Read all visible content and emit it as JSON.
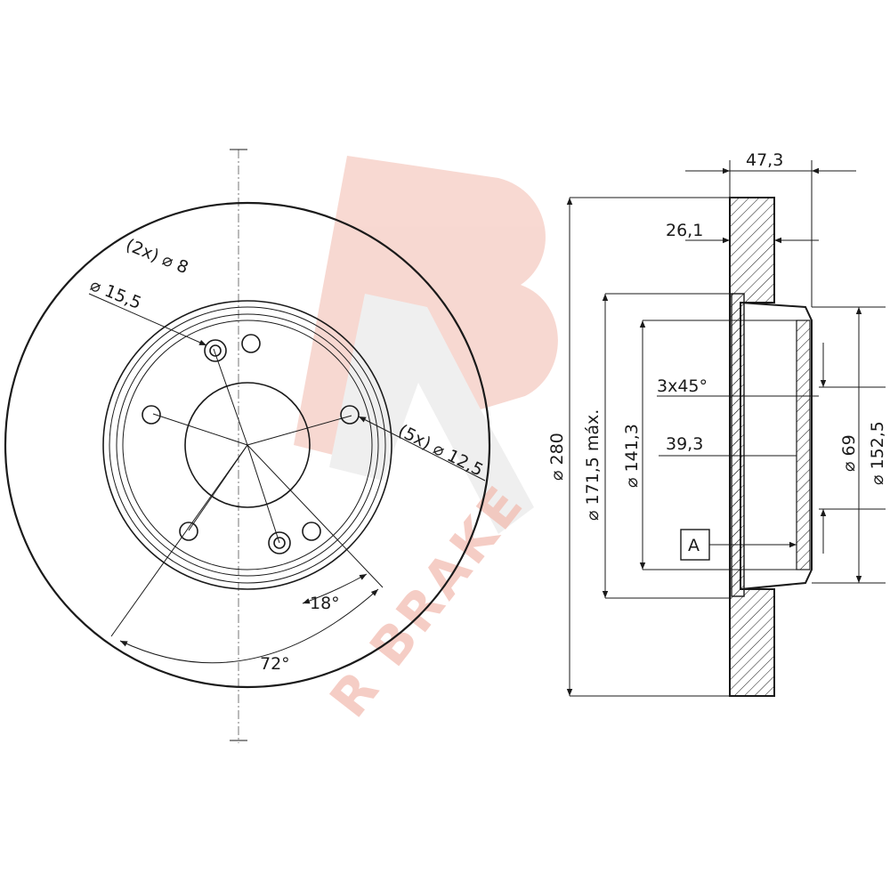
{
  "front_view": {
    "holes_small": "(2x) ⌀ 8",
    "holes_large": "⌀ 15,5",
    "bolt_holes": "(5x) ⌀ 12,5",
    "angle_small": "18°",
    "angle_large": "72°"
  },
  "section_view": {
    "total_height": "47,3",
    "hat_height": "26,1",
    "chamfer": "3x45°",
    "depth": "39,3",
    "outer_diameter": "⌀ 280",
    "friction_inner": "⌀ 171,5 máx.",
    "bolt_circle": "⌀ 141,3",
    "center_bore": "⌀ 69",
    "hat_diameter": "⌀ 152,5",
    "datum": "A"
  },
  "watermark": {
    "text": "R BRAKE",
    "color": "#f2b9ad"
  }
}
